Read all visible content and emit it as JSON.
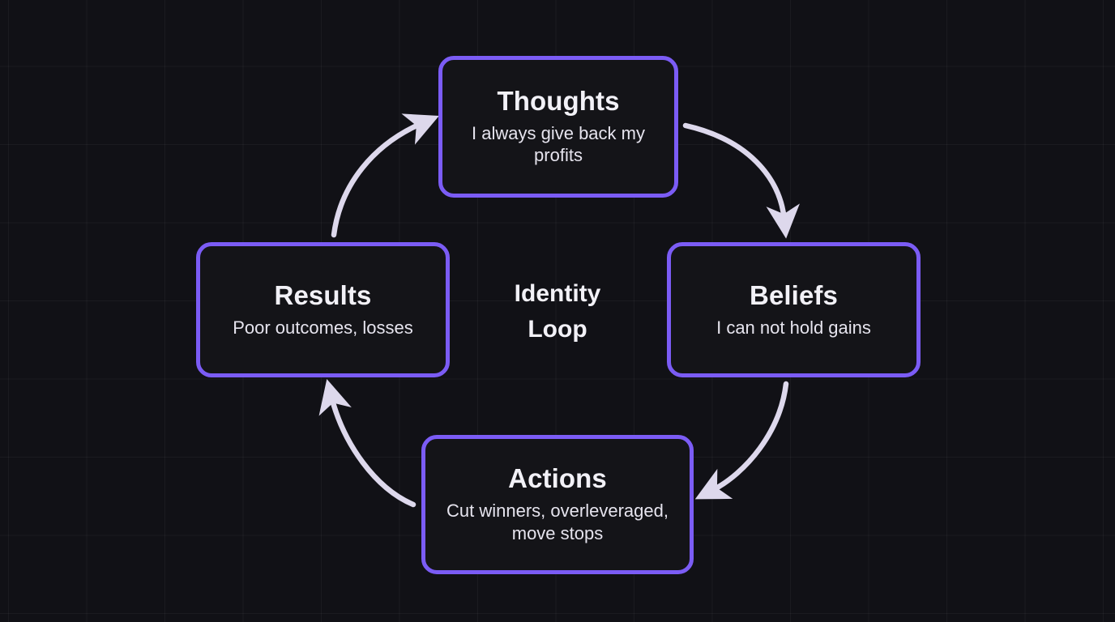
{
  "diagram": {
    "center_label": {
      "line1": "Identity",
      "line2": "Loop"
    },
    "colors": {
      "background": "#111116",
      "node_border": "#7b5cf5",
      "node_fill": "#141418",
      "arrow": "#ddd8ec",
      "title_text": "#f2f1f7",
      "desc_text": "#e6e4ee",
      "grid_line": "#1e1e25"
    },
    "nodes": [
      {
        "id": "thoughts",
        "title": "Thoughts",
        "desc": "I always give back my profits"
      },
      {
        "id": "beliefs",
        "title": "Beliefs",
        "desc": "I can not hold gains"
      },
      {
        "id": "actions",
        "title": "Actions",
        "desc": "Cut winners, overleveraged, move stops"
      },
      {
        "id": "results",
        "title": "Results",
        "desc": "Poor outcomes, losses"
      }
    ],
    "arrows": [
      {
        "id": "thoughts-to-beliefs",
        "from": "thoughts",
        "to": "beliefs"
      },
      {
        "id": "beliefs-to-actions",
        "from": "beliefs",
        "to": "actions"
      },
      {
        "id": "actions-to-results",
        "from": "actions",
        "to": "results"
      },
      {
        "id": "results-to-thoughts",
        "from": "results",
        "to": "thoughts"
      }
    ]
  }
}
